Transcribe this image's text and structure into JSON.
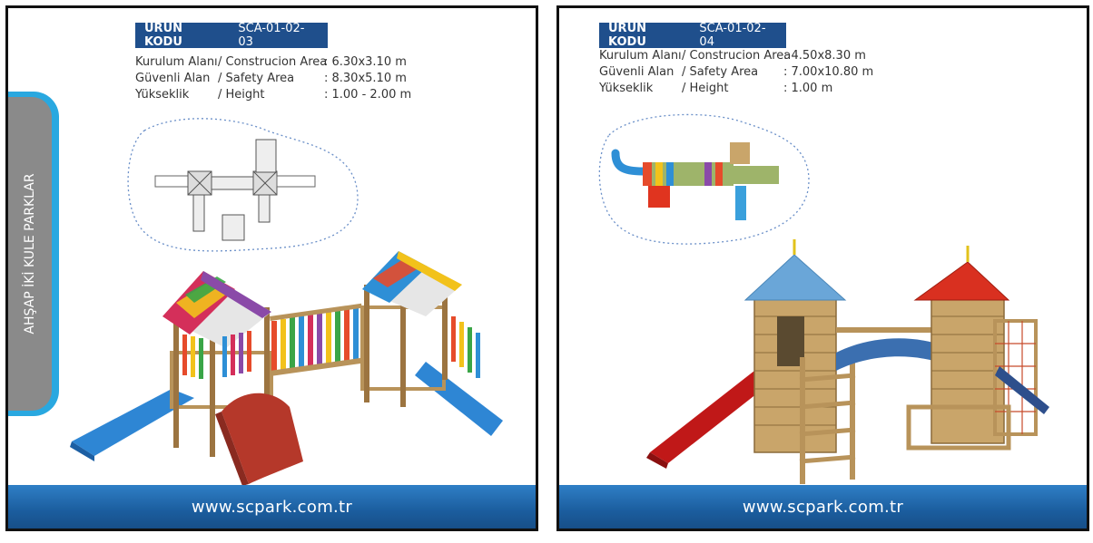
{
  "left_page": {
    "product_code_label": "ÜRÜN KODU",
    "product_code": "SCA-01-02-03",
    "specs": [
      {
        "label_tr": "Kurulum Alanı",
        "label_en": "/ Construcion Area",
        "value": ": 6.30x3.10 m"
      },
      {
        "label_tr": "Güvenli Alan",
        "label_en": "/ Safety Area",
        "value": ": 8.30x5.10 m"
      },
      {
        "label_tr": "Yükseklik",
        "label_en": "/ Height",
        "value": ": 1.00 - 2.00 m"
      }
    ],
    "side_tab_text": "AHŞAP İKİ KULE PARKLAR",
    "footer_url": "www.scpark.com.tr"
  },
  "right_page": {
    "product_code_label": "ÜRÜN KODU",
    "product_code": "SCA-01-02-04",
    "specs": [
      {
        "label_tr": "Kurulum Alanı",
        "label_en": "/ Construcion Area",
        "value": ": 4.50x8.30 m"
      },
      {
        "label_tr": "Güvenli Alan",
        "label_en": "/ Safety Area",
        "value": ": 7.00x10.80 m"
      },
      {
        "label_tr": "Yükseklik",
        "label_en": "/ Height",
        "value": ": 1.00 m"
      }
    ],
    "footer_url": "www.scpark.com.tr"
  },
  "colors": {
    "code_box": "#1f4f8c",
    "footer": "#1b5d9e",
    "side_tab_border": "#29a8e0",
    "side_tab_fill": "#8a8a8a",
    "wood": "#b8935a",
    "slide_blue": "#2e86d4",
    "slide_red": "#c01818",
    "climb_red": "#b5382a"
  }
}
